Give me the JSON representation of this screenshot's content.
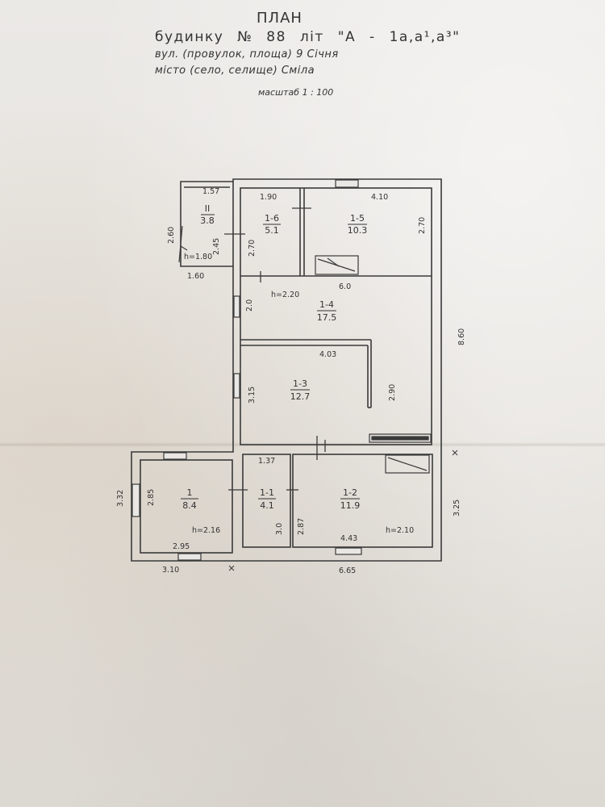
{
  "header": {
    "title": "ПЛАН",
    "subtitle": "будинку  №  88   літ  \"А - 1а,а¹,а³\"",
    "street": "вул. (провулок, площа) 9 Січня",
    "city": "місто (село, селище)           Сміла",
    "scale": "масштаб  1 : 100"
  },
  "rooms": [
    {
      "id": "II",
      "area": "3.8"
    },
    {
      "id": "1-6",
      "area": "5.1"
    },
    {
      "id": "1-5",
      "area": "10.3"
    },
    {
      "id": "1-4",
      "area": "17.5"
    },
    {
      "id": "1-3",
      "area": "12.7"
    },
    {
      "id": "1",
      "area": "8.4"
    },
    {
      "id": "1-1",
      "area": "4.1"
    },
    {
      "id": "1-2",
      "area": "11.9"
    }
  ],
  "dimensions": {
    "porch_top": "1.57",
    "porch_left": "2.60",
    "porch_inner": "2.45",
    "porch_bottom": "1.60",
    "porch_height": "h=1.80",
    "r16_top": "1.90",
    "r16_side": "2.70",
    "r15_top": "4.10",
    "r15_side": "2.70",
    "r14_top": "6.0",
    "r14_side": "2.0",
    "r14_height": "h=2.20",
    "r13_top": "4.03",
    "r13_side": "3.15",
    "r13_inner": "2.90",
    "overall_right": "8.60",
    "r1_side": "2.85",
    "r1_outer": "3.32",
    "r1_bottom": "2.95",
    "r1_outer_bottom": "3.10",
    "r1_height": "h=2.16",
    "r11_top": "1.37",
    "r11_side": "3.0",
    "r12_side": "2.87",
    "r12_bottom": "4.43",
    "r12_height": "h=2.10",
    "bottom_right": "6.65",
    "right_lower": "3.25"
  }
}
